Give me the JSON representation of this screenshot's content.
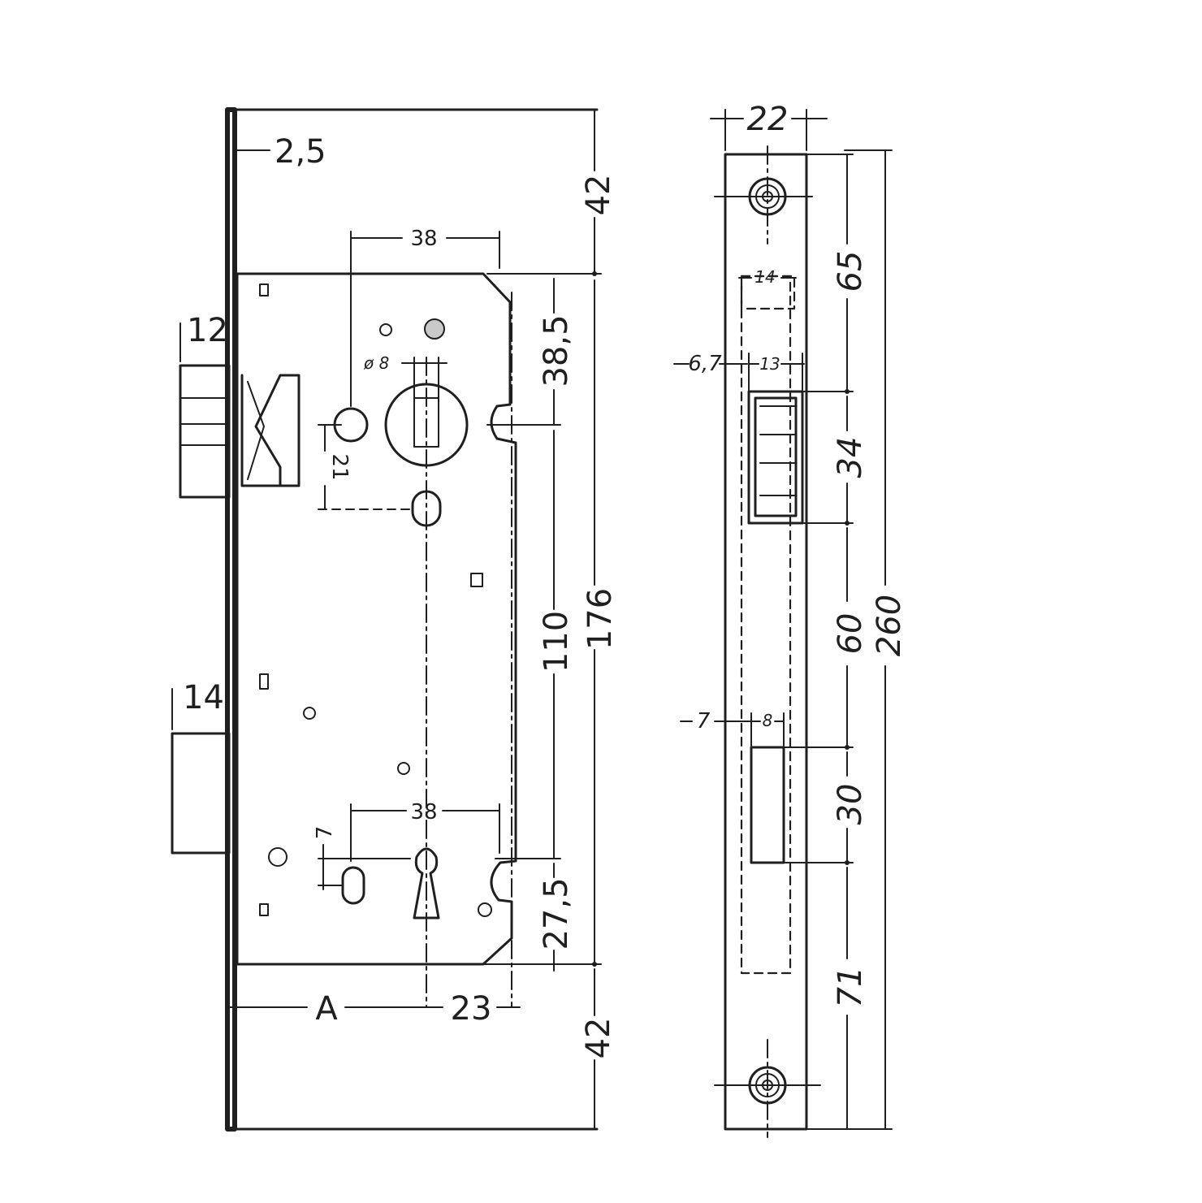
{
  "front_view": {
    "faceplate_thickness": "2,5",
    "top_margin": "42",
    "bottom_margin": "42",
    "spindle_spacing": "38",
    "spindle_diameter": "ø 8",
    "spindle_to_top": "38,5",
    "spindle_offset": "21",
    "latch_projection": "12",
    "bolt_projection": "14",
    "case_height": "176",
    "handle_to_key": "110",
    "key_spacing": "38",
    "key_offset": "7",
    "key_to_bottom": "27,5",
    "backset": "A",
    "backset_extra": "23"
  },
  "side_view": {
    "faceplate_width": "22",
    "latch_width_top": "14",
    "latch_width": "13",
    "latch_offset": "6,7",
    "screw_to_latch": "65",
    "latch_height": "34",
    "latch_to_bolt": "60",
    "total_height": "260",
    "bolt_offset": "7",
    "bolt_width": "8",
    "bolt_height": "30",
    "bolt_to_screw": "71"
  }
}
